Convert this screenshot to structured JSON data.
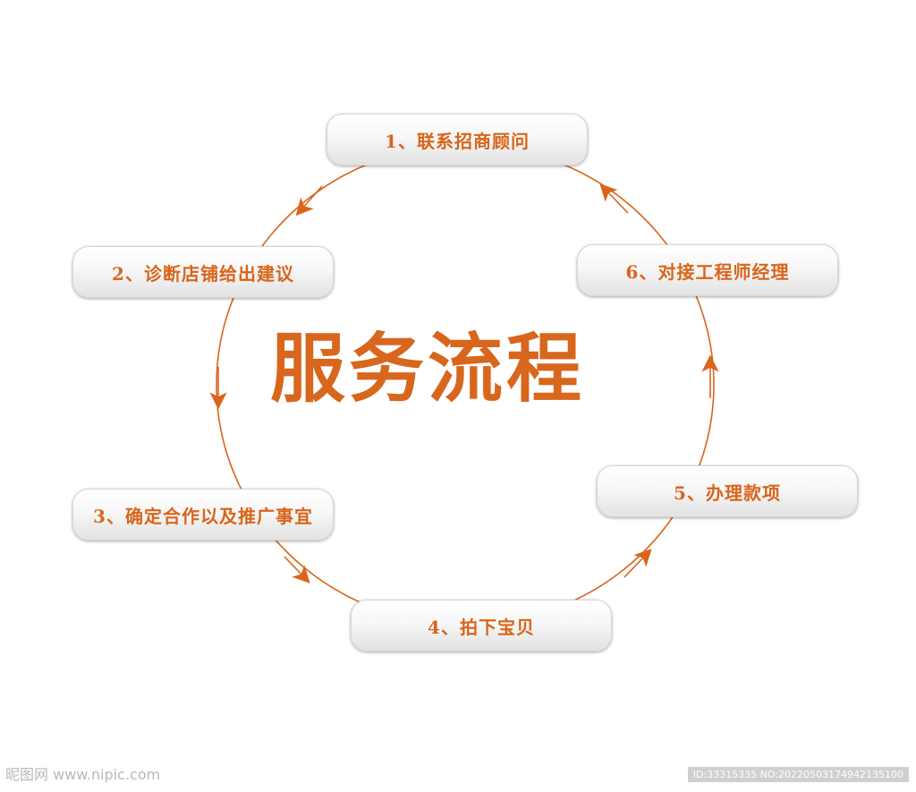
{
  "title": "服务流程",
  "steps": [
    "1、联系招商顾问",
    "2、诊断店铺给出建议",
    "3、确定合作以及推广事宜",
    "4、拍下宝贝",
    "5、办理款项",
    "6、对接工程师经理"
  ],
  "watermark": {
    "left": "昵图网 www.nipic.com",
    "right": "ID:33315335 NO:20220503174942135100"
  },
  "colors": {
    "accent": "#d9651a",
    "box_top": "#ffffff",
    "box_bottom": "#e2e2e2"
  }
}
